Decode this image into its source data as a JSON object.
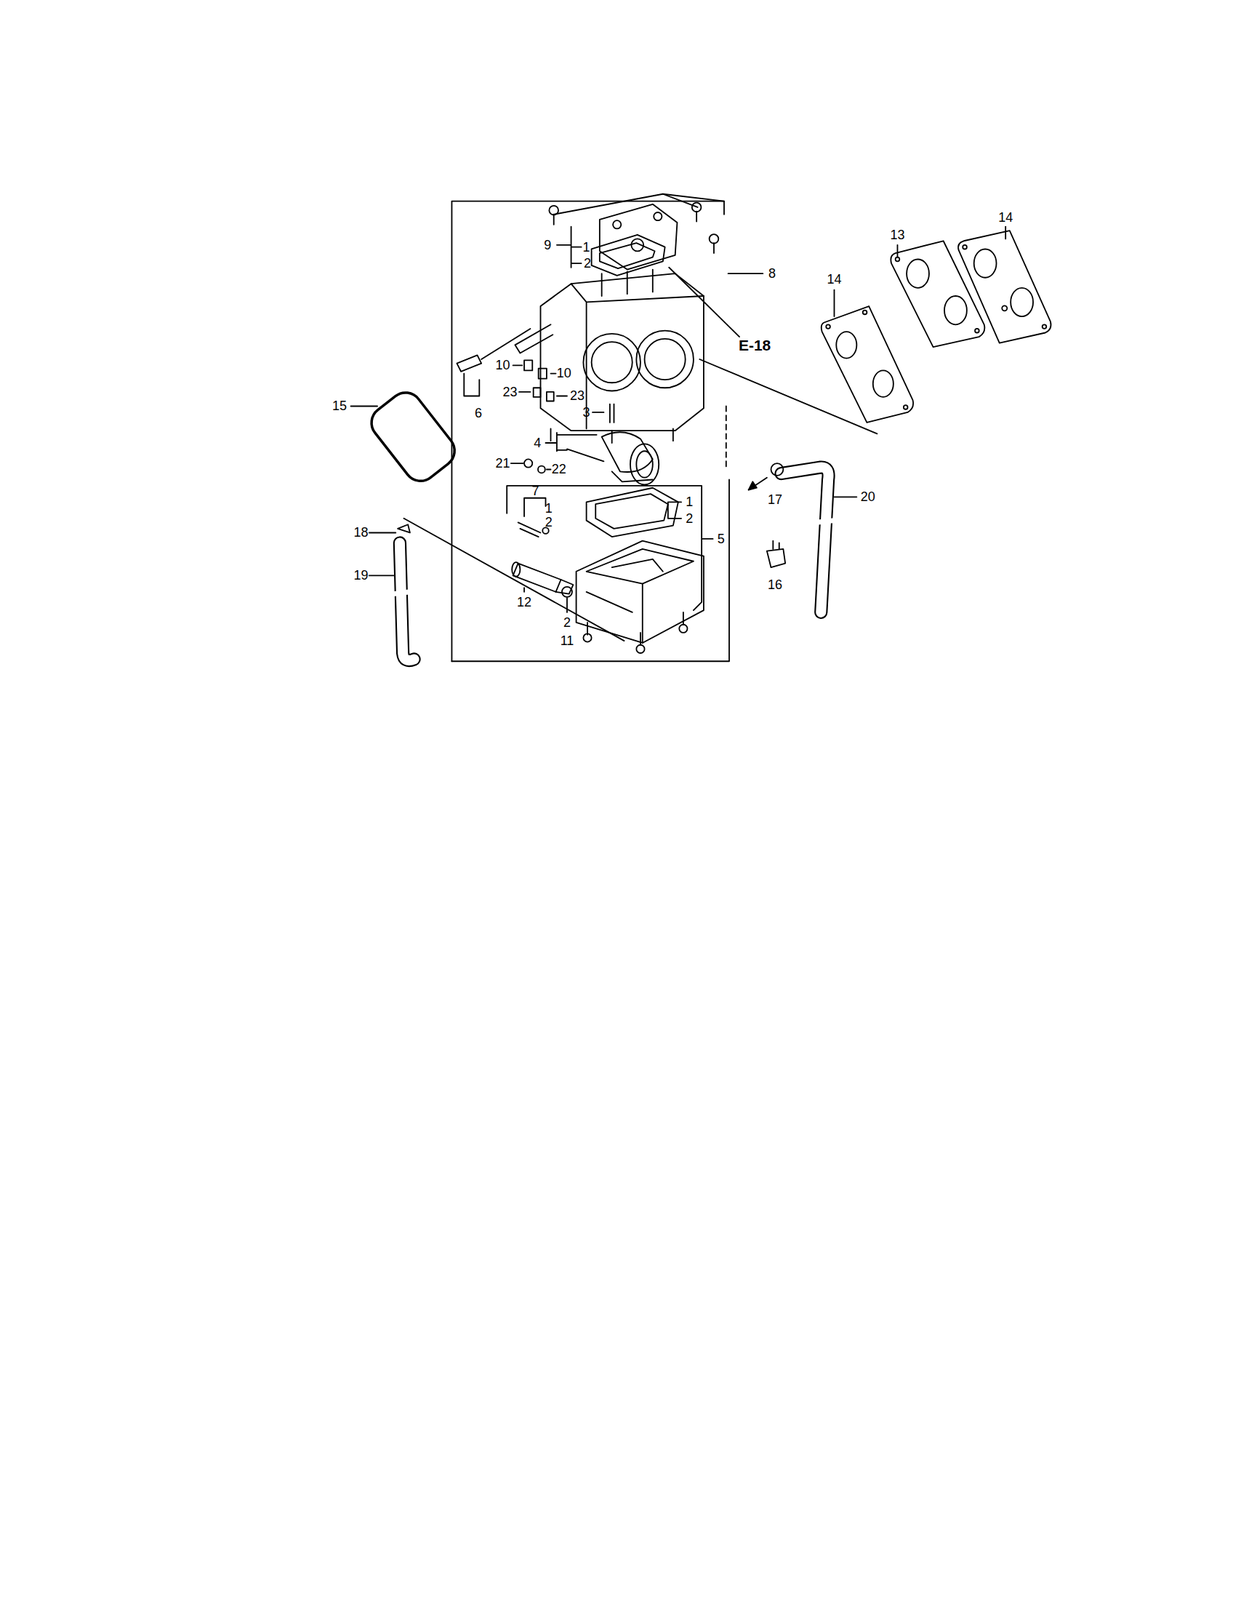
{
  "diagram": {
    "labels": [
      "9",
      "1",
      "2",
      "8",
      "E-18",
      "13",
      "14",
      "14",
      "10",
      "10",
      "6",
      "23",
      "23",
      "15",
      "3",
      "4",
      "21",
      "22",
      "7",
      "1",
      "2",
      "1",
      "2",
      "5",
      "17",
      "20",
      "18",
      "19",
      "12",
      "2",
      "11",
      "16"
    ]
  }
}
